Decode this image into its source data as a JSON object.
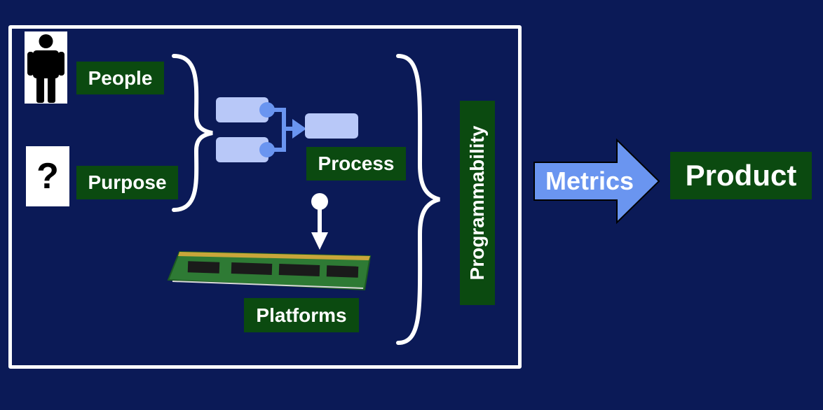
{
  "diagram": {
    "inputs": {
      "people_label": "People",
      "purpose_label": "Purpose",
      "purpose_glyph": "?"
    },
    "process_label": "Process",
    "platforms_label": "Platforms",
    "programmability_label": "Programmability",
    "metrics_label": "Metrics",
    "product_label": "Product"
  },
  "colors": {
    "background": "#0b1a57",
    "label_fill": "#0b4a10",
    "process_blocks": "#b8c8f8",
    "arrow_fill": "#6a95f0"
  }
}
